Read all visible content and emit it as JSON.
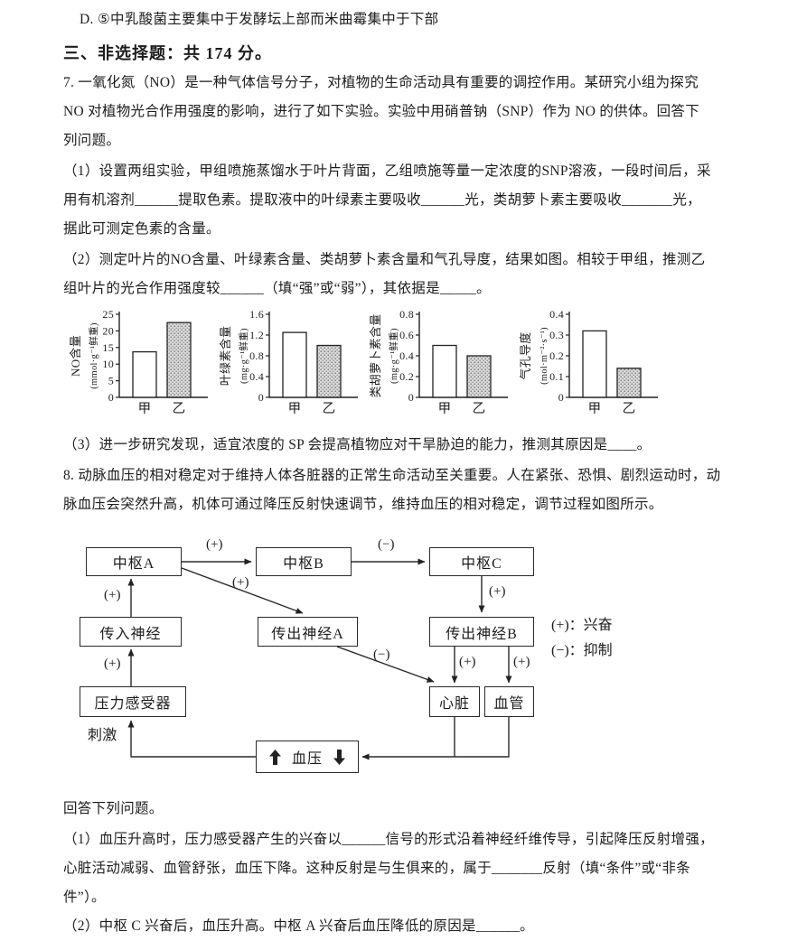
{
  "doc": {
    "option_d": "D. ⑤中乳酸菌主要集中于发酵坛上部而米曲霉集中于下部",
    "section_heading": "三、非选择题：共 174 分。",
    "q7": {
      "intro": [
        "7. 一氧化氮（NO）是一种气体信号分子，对植物的生命活动具有重要的调控作用。某研究小组为探究",
        "NO 对植物光合作用强度的影响，进行了如下实验。实验中用硝普钠（SNP）作为 NO 的供体。回答下",
        "列问题。"
      ],
      "part1": [
        "（1）设置两组实验，甲组喷施蒸馏水于叶片背面，乙组喷施等量一定浓度的SNP溶液，一段时间后，采",
        "用有机溶剂______提取色素。提取液中的叶绿素主要吸收______光，类胡萝卜素主要吸收_______光，",
        "据此可测定色素的含量。"
      ],
      "part2": [
        "（2）测定叶片的NO含量、叶绿素含量、类胡萝卜素含量和气孔导度，结果如图。相较于甲组，推测乙",
        "组叶片的光合作用强度较______（填“强”或“弱”），其依据是_____。"
      ],
      "part3": "（3）进一步研究发现，适宜浓度的 SP 会提高植物应对干旱胁迫的能力，推测其原因是____。"
    },
    "q8": {
      "intro": [
        "8. 动脉血压的相对稳定对于维持人体各脏器的正常生命活动至关重要。人在紧张、恐惧、剧烈运动时，动",
        "脉血压会突然升高，机体可通过降压反射快速调节，维持血压的相对稳定，调节过程如图所示。"
      ],
      "answer_prompt": "回答下列问题。",
      "part1": [
        "（1）血压升高时，压力感受器产生的兴奋以______信号的形式沿着神经纤维传导，引起降压反射增强，",
        "心脏活动减弱、血管舒张，血压下降。这种反射是与生俱来的，属于_______反射（填“条件”或“非条",
        "件”）。"
      ],
      "part2": "（2）中枢 C 兴奋后，血压升高。中枢 A 兴奋后血压降低的原因是______。"
    }
  },
  "chart_data": [
    {
      "type": "bar",
      "ylabel": "NO含量",
      "ylabel_unit": "(mmol·g⁻¹鲜重)",
      "categories": [
        "甲",
        "乙"
      ],
      "values": [
        13.7,
        22.5
      ],
      "ylim": [
        0,
        25
      ],
      "yticks": [
        "0",
        "5",
        "10",
        "15",
        "20",
        "25"
      ],
      "bar_styles": [
        "white",
        "stipple"
      ]
    },
    {
      "type": "bar",
      "ylabel": "叶绿素含量",
      "ylabel_unit": "(mg·g⁻¹鲜重)",
      "categories": [
        "甲",
        "乙"
      ],
      "values": [
        1.25,
        1.0
      ],
      "ylim": [
        0,
        1.6
      ],
      "yticks": [
        "0",
        "0.4",
        "0.8",
        "1.2",
        "1.6"
      ],
      "bar_styles": [
        "white",
        "stipple"
      ]
    },
    {
      "type": "bar",
      "ylabel": "类胡萝卜素含量",
      "ylabel_unit": "(mg·g⁻¹鲜重)",
      "categories": [
        "甲",
        "乙"
      ],
      "values": [
        0.5,
        0.4
      ],
      "ylim": [
        0,
        0.8
      ],
      "yticks": [
        "0",
        "0.2",
        "0.4",
        "0.6",
        "0.8"
      ],
      "bar_styles": [
        "white",
        "stipple"
      ]
    },
    {
      "type": "bar",
      "ylabel": "气孔导度",
      "ylabel_unit": "(mol·m⁻²·s⁻¹)",
      "categories": [
        "甲",
        "乙"
      ],
      "values": [
        0.32,
        0.14
      ],
      "ylim": [
        0,
        0.4
      ],
      "yticks": [
        "0",
        "0.1",
        "0.2",
        "0.3",
        "0.4"
      ],
      "bar_styles": [
        "white",
        "stipple"
      ]
    }
  ],
  "diagram": {
    "nodes": {
      "center_a": "中枢A",
      "center_b": "中枢B",
      "center_c": "中枢C",
      "afferent": "传入神经",
      "efferent_a": "传出神经A",
      "efferent_b": "传出神经B",
      "baroreceptor": "压力感受器",
      "heart": "心脏",
      "vessel": "血管",
      "blood_pressure": "血压"
    },
    "labels": {
      "a_to_b": "(+)",
      "b_to_c": "(−)",
      "afferent_to_a": "(+)",
      "baro_to_afferent": "(+)",
      "a_to_efferent_a": "(+)",
      "c_to_efferent_b": "(+)",
      "efferent_a_to_heart": "(−)",
      "efferent_b_to_heart": "(+)",
      "efferent_b_to_vessel": "(+)",
      "stimulus": "刺激"
    },
    "legend": {
      "excite": "(+)：兴奋",
      "inhibit": "(−)：抑制"
    }
  }
}
